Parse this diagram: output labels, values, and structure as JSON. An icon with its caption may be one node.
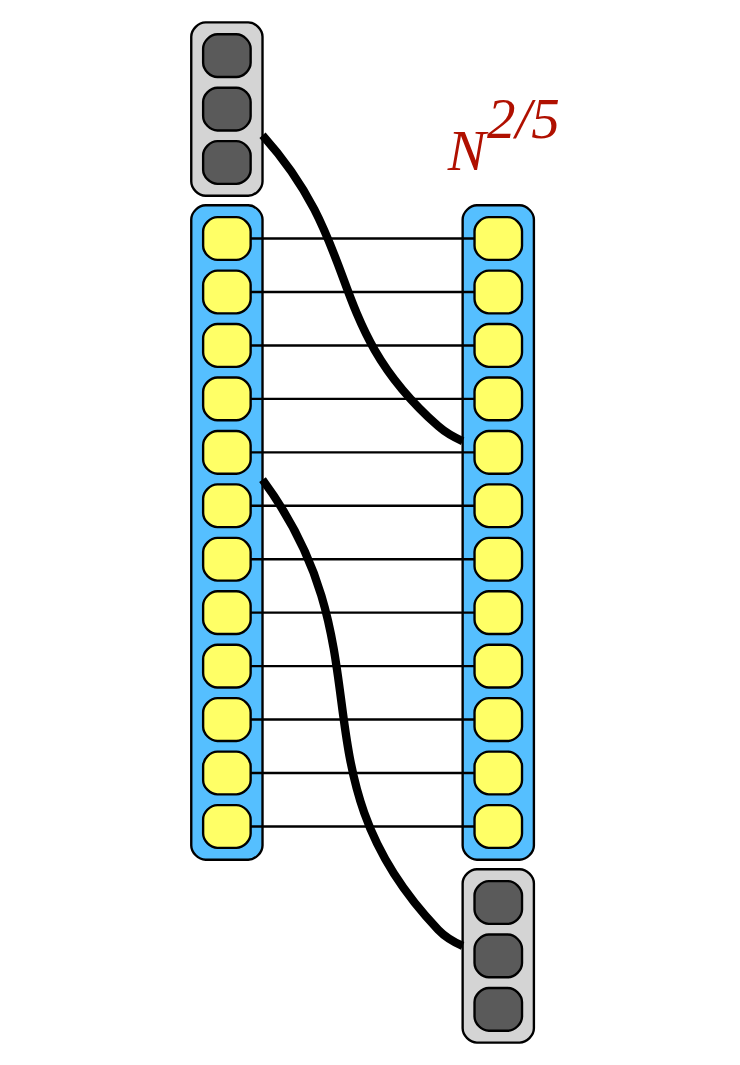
{
  "diagram": {
    "nodes": [
      {
        "text": [],
        "shape": "box"
      },
      {
        "text": [],
        "shape": "box",
        "in": 0
      },
      {
        "text": [],
        "shape": "box",
        "in": 0
      },
      {
        "text": [],
        "shape": "box",
        "in": 0
      },
      {
        "text": [],
        "shape": "box"
      },
      {
        "text": [],
        "shape": "box",
        "in": 4
      },
      {
        "text": [],
        "shape": "box",
        "in": 4
      },
      {
        "text": [],
        "shape": "box",
        "in": 4
      },
      {
        "text": [],
        "shape": "box"
      },
      {
        "text": [],
        "shape": "box",
        "in": 8
      },
      {
        "text": [],
        "shape": "box",
        "in": 8
      },
      {
        "text": [],
        "shape": "box",
        "in": 8
      },
      {
        "text": [],
        "shape": "box",
        "in": 8
      },
      {
        "text": [],
        "shape": "box",
        "in": 8
      },
      {
        "text": [],
        "shape": "box",
        "in": 8
      },
      {
        "text": [],
        "shape": "box",
        "in": 8
      },
      {
        "text": [],
        "shape": "box",
        "in": 8
      },
      {
        "text": [],
        "shape": "box",
        "in": 8
      },
      {
        "text": [],
        "shape": "box",
        "in": 8
      },
      {
        "text": [],
        "shape": "box",
        "in": 8
      },
      {
        "text": [],
        "shape": "box",
        "in": 8
      },
      {
        "text": [],
        "shape": "box"
      },
      {
        "text": [],
        "shape": "box",
        "in": 21
      },
      {
        "text": [],
        "shape": "box",
        "in": 21
      },
      {
        "text": [],
        "shape": "box",
        "in": 21
      },
      {
        "text": [],
        "shape": "box",
        "in": 21
      },
      {
        "text": [],
        "shape": "box",
        "in": 21
      },
      {
        "text": [],
        "shape": "box",
        "in": 21
      },
      {
        "text": [],
        "shape": "box",
        "in": 21
      },
      {
        "text": [],
        "shape": "box",
        "in": 21
      },
      {
        "text": [],
        "shape": "box",
        "in": 21
      },
      {
        "text": [],
        "shape": "box",
        "in": 21
      },
      {
        "text": [],
        "shape": "box",
        "in": 21
      },
      {
        "text": [],
        "shape": "box",
        "in": 21
      }
    ],
    "edges": [
      {
        "from": 0,
        "to": 21,
        "arrow": "none",
        "style": "thick"
      },
      {
        "from": 4,
        "to": 8,
        "arrow": "none",
        "style": "thick"
      },
      {
        "from": 9,
        "to": 22,
        "arrow": "none"
      },
      {
        "from": 10,
        "to": 23,
        "arrow": "none"
      },
      {
        "from": 11,
        "to": 24,
        "arrow": "none"
      },
      {
        "from": 12,
        "to": 25,
        "arrow": "none"
      },
      {
        "from": 13,
        "to": 26,
        "arrow": "none"
      },
      {
        "from": 14,
        "to": 27,
        "arrow": "none"
      },
      {
        "from": 15,
        "to": 28,
        "arrow": "none"
      },
      {
        "from": 16,
        "to": 29,
        "arrow": "none"
      },
      {
        "from": 17,
        "to": 30,
        "arrow": "none"
      },
      {
        "from": 18,
        "to": 31,
        "arrow": "none"
      },
      {
        "from": 19,
        "to": 32,
        "arrow": "none"
      },
      {
        "from": 20,
        "to": 33,
        "arrow": "none"
      }
    ],
    "labels": [
      "N$^{2/5}$"
    ]
  }
}
